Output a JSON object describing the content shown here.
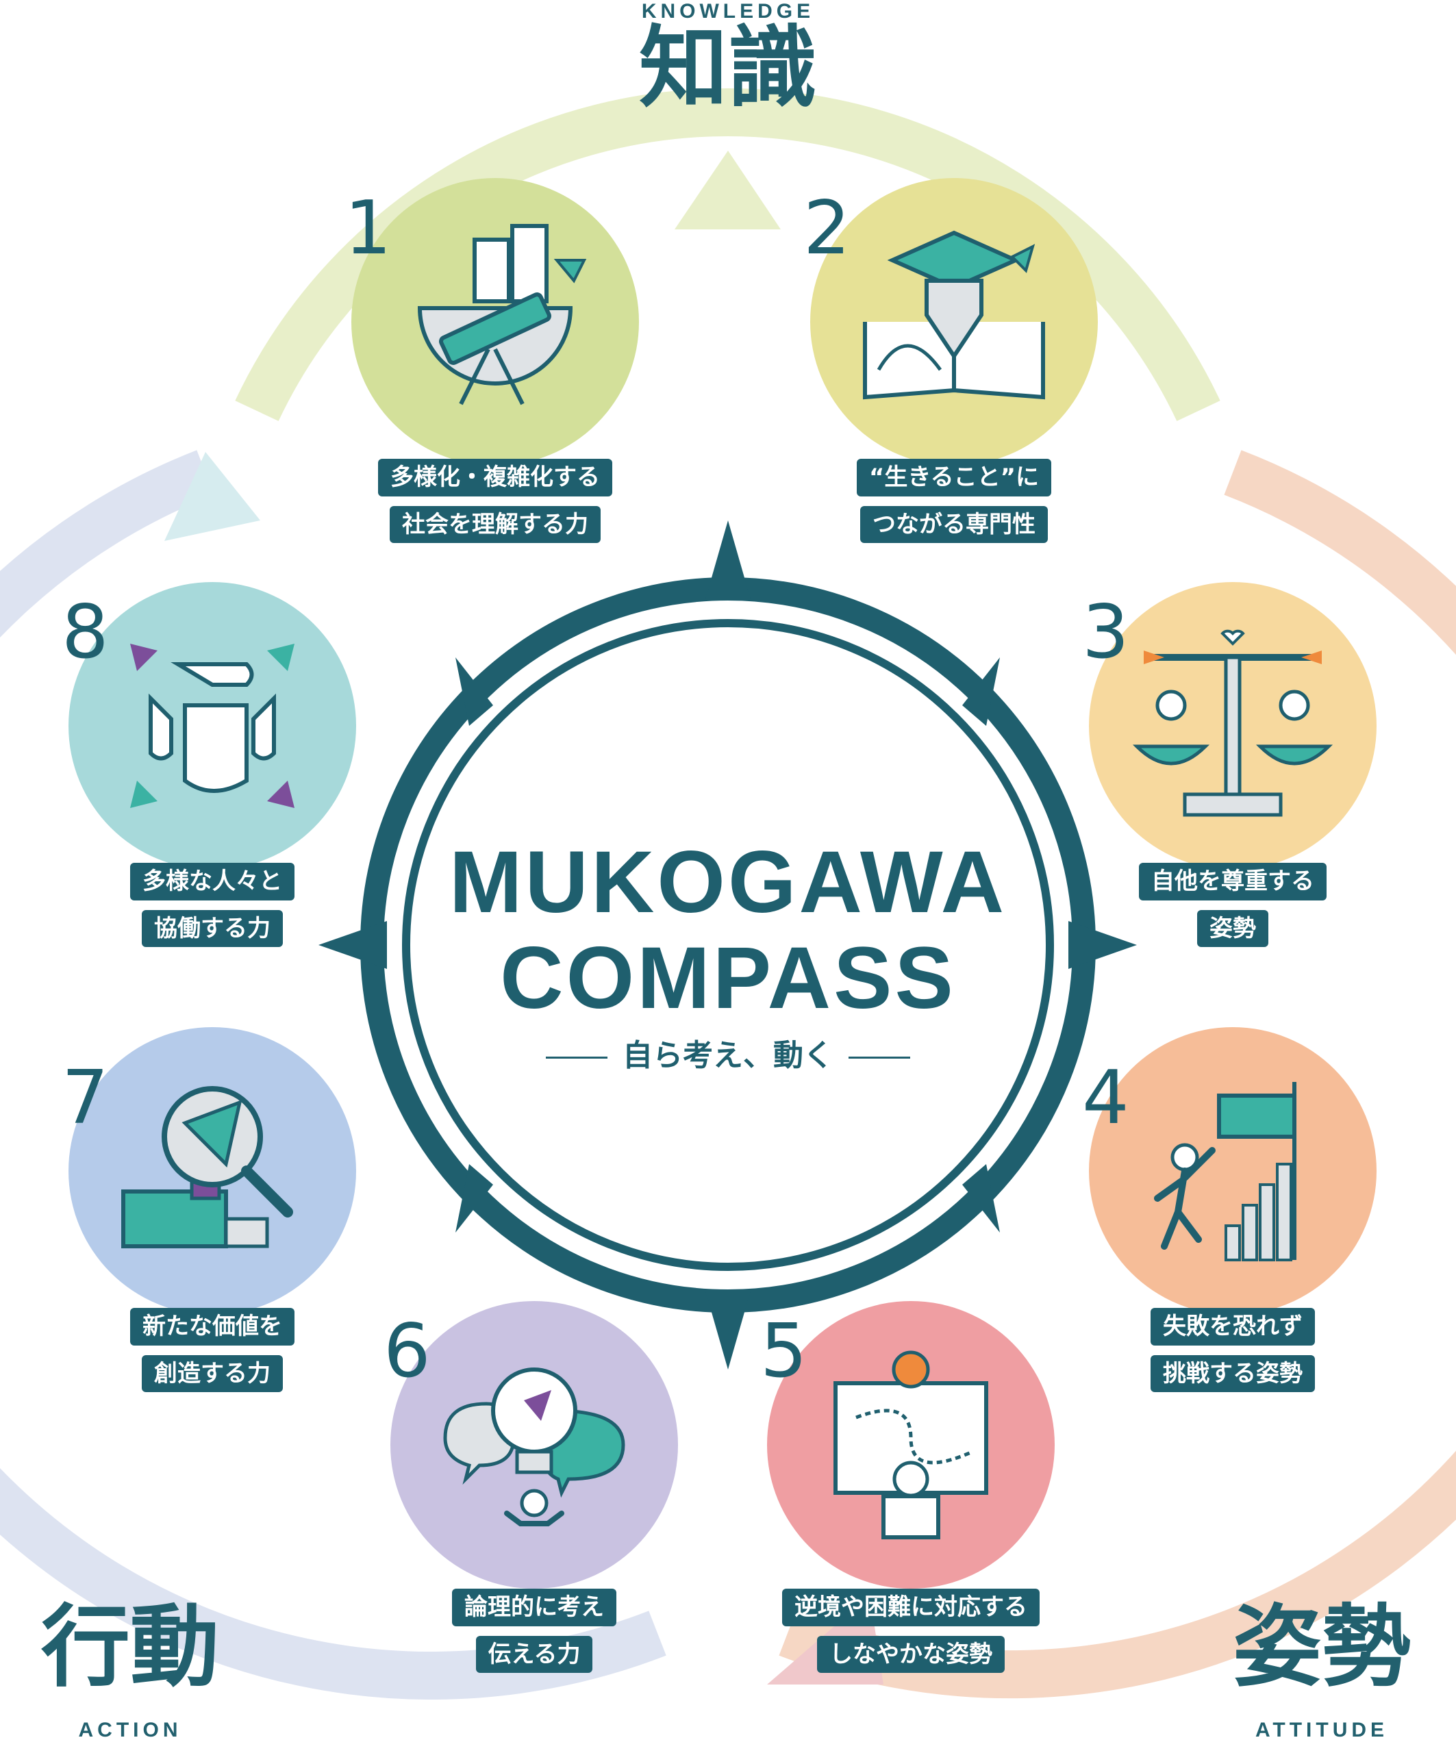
{
  "categories": {
    "knowledge": {
      "en": "KNOWLEDGE",
      "ja": "知識"
    },
    "action": {
      "en": "ACTION",
      "ja": "行動"
    },
    "attitude": {
      "en": "ATTITUDE",
      "ja": "姿勢"
    }
  },
  "logo": {
    "line1": "MUKOGAWA",
    "line2": "COMPASS",
    "tagline": "自ら考え、動く"
  },
  "items": [
    {
      "number": "1",
      "label1": "多様化・複雑化する",
      "label2": "社会を理解する力",
      "color": "#d3e09a",
      "icon": "globe-telescope-icon"
    },
    {
      "number": "2",
      "label1": "“生きること”に",
      "label2": "つながる専門性",
      "color": "#e6e196",
      "icon": "graduate-pen-book-icon"
    },
    {
      "number": "3",
      "label1": "自他を尊重する",
      "label2": "姿勢",
      "color": "#f7d99e",
      "icon": "balance-scale-icon"
    },
    {
      "number": "4",
      "label1": "失敗を恐れず",
      "label2": "挑戦する姿勢",
      "color": "#f6bd98",
      "icon": "climber-flag-icon"
    },
    {
      "number": "5",
      "label1": "逆境や困難に対応する",
      "label2": "しなやかな姿勢",
      "color": "#ef9ea2",
      "icon": "map-reader-icon"
    },
    {
      "number": "6",
      "label1": "論理的に考え",
      "label2": "伝える力",
      "color": "#c9c2e1",
      "icon": "lightbulb-gears-icon"
    },
    {
      "number": "7",
      "label1": "新たな価値を",
      "label2": "創造する力",
      "color": "#b5cbea",
      "icon": "magnifier-blocks-icon"
    },
    {
      "number": "8",
      "label1": "多様な人々と",
      "label2": "協働する力",
      "color": "#a7d9da",
      "icon": "joined-hands-icon"
    }
  ],
  "colors": {
    "primary": "#1f5f6e",
    "teal": "#3bb2a3",
    "purple": "#7c4e9a",
    "orange": "#ef8a3c"
  }
}
